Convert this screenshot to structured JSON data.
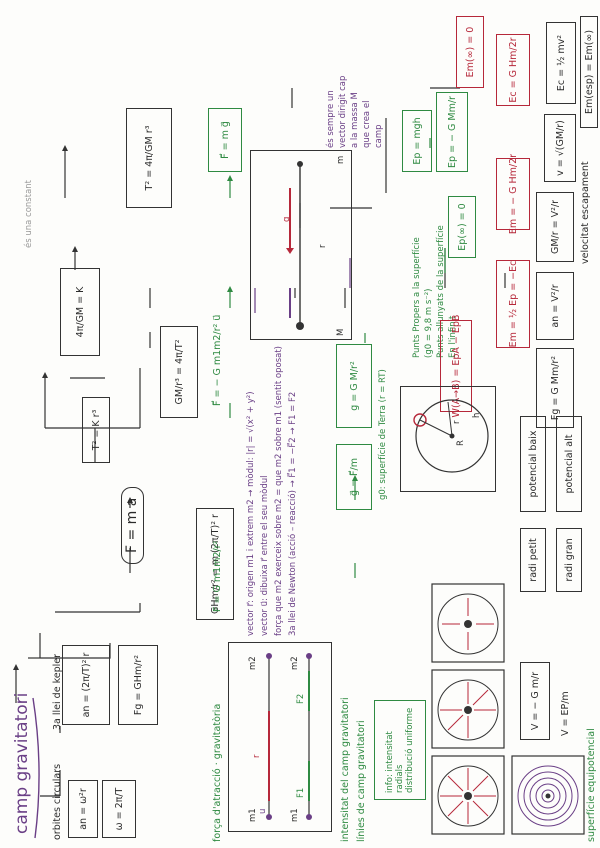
{
  "title": "camp gravitatori",
  "kepler": {
    "orbits": "orbites circulars",
    "law3": "3a llei de kepler",
    "an_w": "an = ω²r",
    "w_def": "ω = 2π/T",
    "an_T": "an = (2π/T)² r",
    "fg": "Fg = GHm/r²",
    "t2kr3": "T² = K r³",
    "f_ma": "F = m a",
    "ghm_eq": "GHm/r² = m (2π/T)² r",
    "gm_r3": "GM/r³ = 4π/T²",
    "k_def": "4π/GM = K",
    "k_note": "és una constant",
    "t2_final": "T² = 4π/GM r³"
  },
  "attraction": {
    "label": "força d'atracció · gravitatòria",
    "f_scalar": "F = G m1m2/r²",
    "f_vector": "F⃗ = − G m1m2/r² u⃗",
    "f_mg": "F⃗ = m g⃗",
    "m1": "m1",
    "m2": "m2",
    "r": "r",
    "u": "u",
    "f1": "F1",
    "f2": "F2",
    "note1": "vector r⃗: origen m1 i extrem m2 → mòdul: |r| = √(x² + y²)",
    "note2": "vector u⃗: dibuixa r⃗ entre el seu mòdul",
    "note3": "força que m2 exerceix sobre m2 = que m2 sobre m1 (sentit oposat)",
    "note4": "3a llei de Newton (acció – reacció) → F⃗1 = −F⃗2 → F1 = F2",
    "diag_m": "m",
    "diag_M": "M",
    "diag_g": "g",
    "diag_r": "r",
    "side1": "és sempre un",
    "side2": "vector dirigit cap",
    "side3": "a la massa M",
    "side4": "que crea el",
    "side5": "camp"
  },
  "intensity": {
    "title": "intensitat del camp gravitatori",
    "g_fm": "g⃗ = F⃗/m",
    "g_gmr": "g = G M/r²",
    "g0_def": "g0: superfície de Terra (r = RT)",
    "ep_mgh": "Ep = mgh",
    "ep_gmm": "Ep = − G Mm/r",
    "near1": "Punts Propers a la superfície",
    "near2": "(g0 = 9,8 m s⁻²)",
    "far1": "Punts allunyats de la superfície",
    "far2": "En l'infinit",
    "ep_inf": "Ep(∞) = 0",
    "work": "W(A→B) = EpA − EpB",
    "circle_r": "r",
    "circle_R": "R",
    "circle_h": "h"
  },
  "field_lines": {
    "title": "línies de camp gravitatori",
    "info1": "info: intensitat",
    "info2": "radials",
    "info3": "distribució uniforme"
  },
  "energy": {
    "em_half": "Em = ½ Ep = −Ec",
    "em_gmm": "Em = − G Hm/2r",
    "em_inf": "Em(∞) = 0",
    "ec": "Ec = G Hm/2r",
    "ec_mv": "Ec = ½ mv²",
    "v_gm": "v = √(GM/r)",
    "gm_v2": "GM/r = V²/r",
    "an_v2": "an = V²/r",
    "fg_gmm": "Fg = G Mm/r²",
    "esc_vel": "velocitat escapament",
    "em_esc": "Em(esp) = Em(∞)"
  },
  "potential": {
    "section": "superfície equipotencial",
    "v_gm": "V = − G m/r",
    "v_ep": "V = EP/m",
    "small_r": "radi petit",
    "low_pot": "potencial baix",
    "big_r": "radi gran",
    "high_pot": "potencial alt"
  },
  "colors": {
    "black": "#2b2b2b",
    "green": "#2f8a42",
    "red": "#b6283a",
    "purple": "#6a3f86"
  }
}
